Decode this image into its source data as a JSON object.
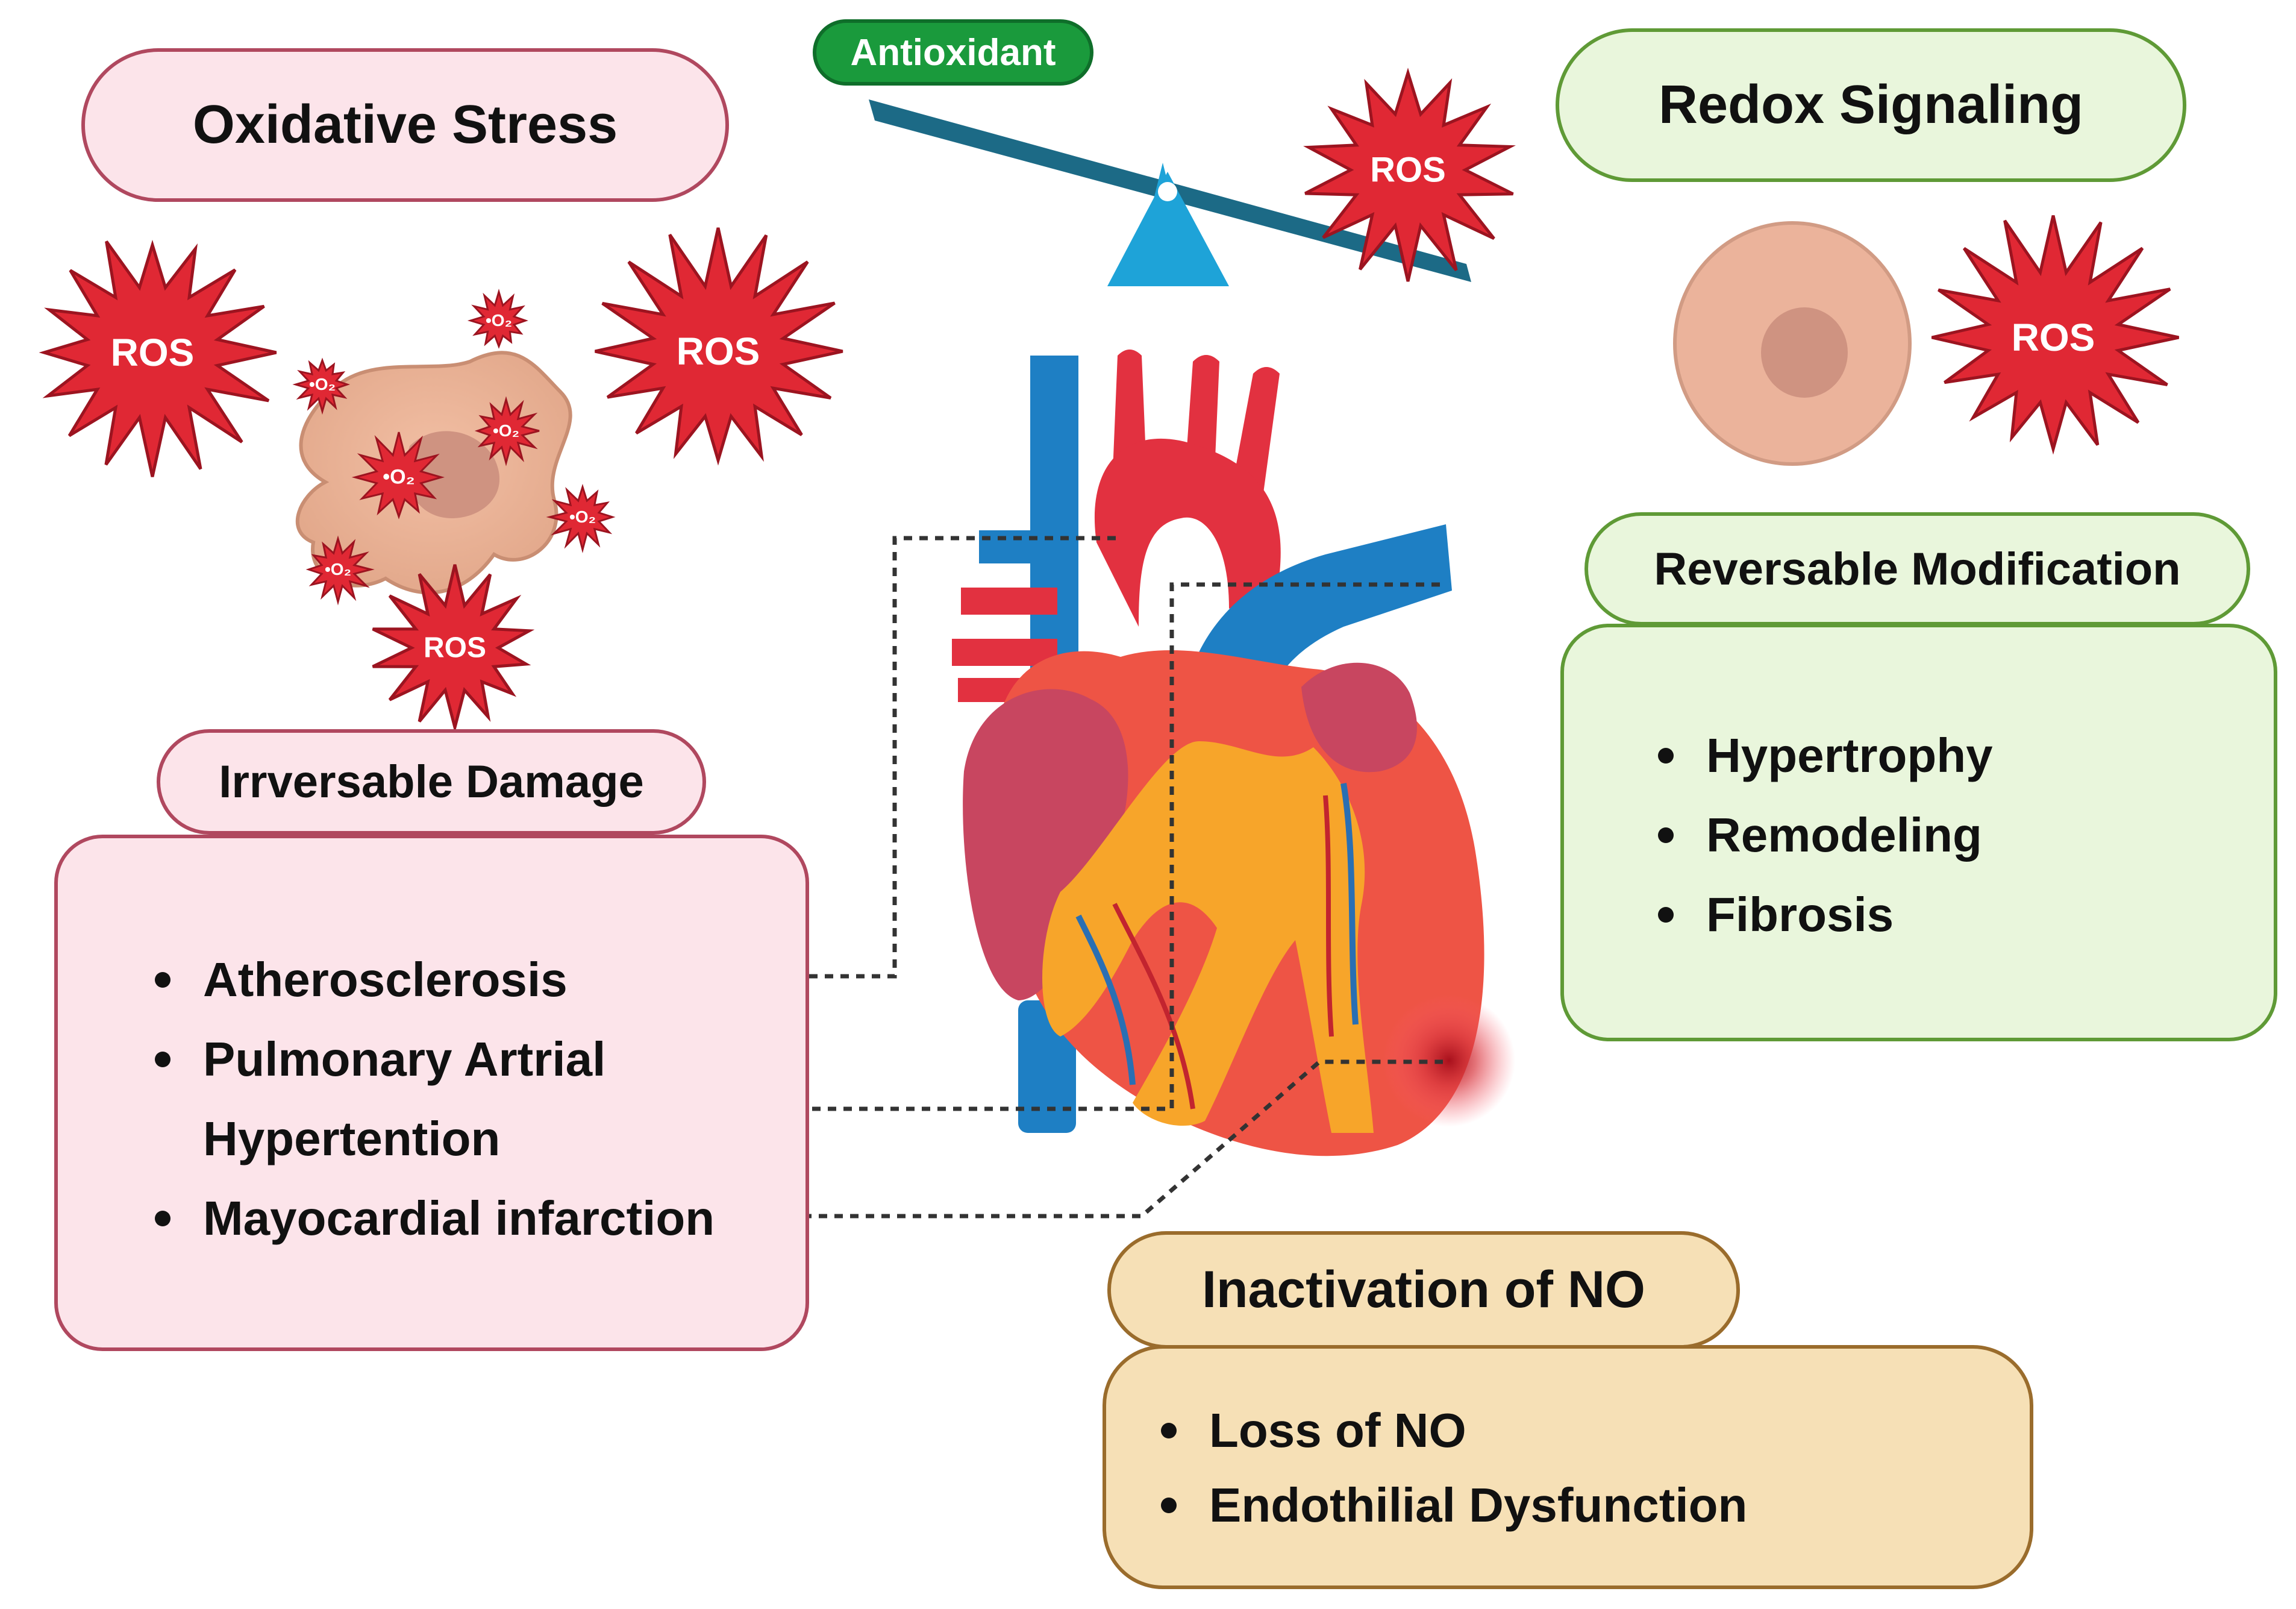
{
  "antioxidant": "Antioxidant",
  "oxidative_stress": {
    "title": "Oxidative Stress",
    "ros": "ROS",
    "superoxide": "•O₂",
    "damage": {
      "title": "Irrversable Damage",
      "items": [
        "Atherosclerosis",
        "Pulmonary Artrial Hypertention",
        "Mayocardial infarction"
      ]
    }
  },
  "redox_signaling": {
    "title": "Redox Signaling",
    "ros": "ROS",
    "modification": {
      "title": "Reversable Modification",
      "items": [
        "Hypertrophy",
        "Remodeling",
        "Fibrosis"
      ]
    }
  },
  "no_inactivation": {
    "title": "Inactivation of NO",
    "items": [
      "Loss of NO",
      "Endothilial Dysfunction"
    ]
  },
  "colors": {
    "ros_star": "#e02834",
    "pink_border": "#b0485f",
    "green_border": "#5f9a36",
    "tan_border": "#9a6c2c",
    "antioxidant_green": "#1a9a3c",
    "seesaw": "#1c6a86"
  }
}
